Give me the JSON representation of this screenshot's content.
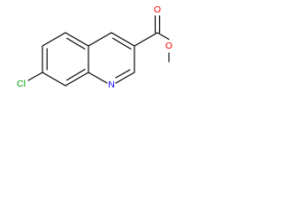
{
  "molecule": {
    "colors": {
      "carbon_bonds": "#000000",
      "oxygen": "#ff0000",
      "nitrogen": "#0000ff",
      "chlorine": "#00a000"
    },
    "atom_labels": {
      "chlorine": "Cl",
      "ring_nitrogen": "N",
      "carbonyl_oxygen": "O",
      "ester_oxygen": "O"
    }
  }
}
